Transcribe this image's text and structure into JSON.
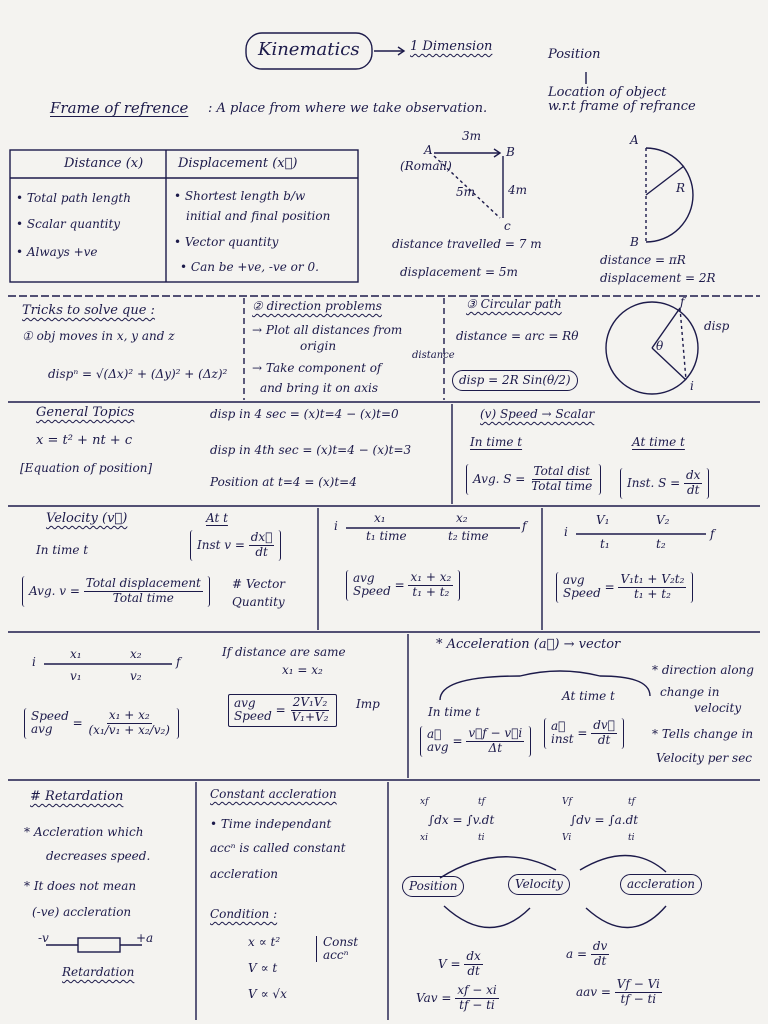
{
  "header": {
    "title": "Kinematics",
    "arrow_text": "1 Dimension",
    "position_label": "Position",
    "position_desc_1": "Location of object",
    "position_desc_2": "w.r.t frame of refrance",
    "frame_label": "Frame of refrence",
    "frame_desc": ": A place from where we take observation."
  },
  "table": {
    "col1_header": "Distance (x)",
    "col2_header": "Displacement (x⃗)",
    "col1_items": [
      "• Total path length",
      "• Scalar quantity",
      "• Always +ve"
    ],
    "col2_items": [
      "• Shortest length b/w",
      "initial and final position",
      "• Vector quantity",
      "• Can be +ve, -ve or 0."
    ]
  },
  "triangle": {
    "A": "A",
    "B": "B",
    "C": "c",
    "top": "3m",
    "right": "4m",
    "hyp": "5m",
    "roamal": "(Romail)",
    "dist": "distance travelled = 7 m",
    "disp": "displacement = 5m"
  },
  "semicircle": {
    "A": "A",
    "B": "B",
    "R": "R",
    "dist": "distance = πR",
    "disp": "displacement = 2R"
  },
  "tricks": {
    "title": "Tricks to solve que :",
    "item1": "① obj moves in x, y and z",
    "disp_formula": "dispⁿ = √(Δx)² + (Δy)² + (Δz)²",
    "item2_title": "② direction problems",
    "item2_a": "→ Plot all distances from",
    "item2_b": "origin",
    "item2_c": "→ Take component of",
    "item2_c_word": "distance",
    "item2_d": "and bring it on axis",
    "item3_title": "③ Circular path",
    "item3_dist": "distance = arc = Rθ",
    "item3_disp": "disp = 2R Sin(θ/2)",
    "circ_f": "f",
    "circ_i": "i",
    "circ_theta": "θ",
    "circ_disp": "disp"
  },
  "general": {
    "title": "General Topics",
    "eq": "x = t² + nt + c",
    "eq_label": "[Equation of position]",
    "l1": "disp in 4 sec = (x)t=4 − (x)t=0",
    "l2": "disp in 4th sec = (x)t=4 − (x)t=3",
    "l3": "Position at t=4 = (x)t=4",
    "speed_title": "(v) Speed → Scalar",
    "in_time": "In time t",
    "at_time": "At time t",
    "avg_s": "Avg. S =",
    "avg_s_num": "Total dist",
    "avg_s_den": "Total time",
    "inst_s": "Inst. S =",
    "inst_s_num": "dx",
    "inst_s_den": "dt"
  },
  "velocity": {
    "title": "Velocity (v⃗)",
    "in_time": "In time t",
    "at_t": "At t",
    "inst_v": "Inst v =",
    "inst_num": "dx⃗",
    "inst_den": "dt",
    "avg_v": "Avg. v =",
    "avg_num": "Total displacement",
    "avg_den": "Total time",
    "vector_q1": "# Vector",
    "vector_q2": "Quantity",
    "x1": "x₁",
    "x2": "x₂",
    "t1": "t₁ time",
    "t2": "t₂ time",
    "i": "i",
    "f": "f",
    "avg_speed": "avg\nSpeed",
    "frac1_num": "x₁ + x₂",
    "frac1_den": "t₁ + t₂",
    "v1": "V₁",
    "v2": "V₂",
    "tt1": "t₁",
    "tt2": "t₂",
    "frac2_num": "V₁t₁ + V₂t₂",
    "frac2_den": "t₁ + t₂"
  },
  "row5": {
    "x1": "x₁",
    "x2": "x₂",
    "v1": "v₁",
    "v2": "v₂",
    "i": "i",
    "f": "f",
    "speed_avg": "Speed\navg",
    "num": "x₁ + x₂",
    "den_a": "x₁/v₁",
    "den_b": "x₂/v₂",
    "same_title": "If distance are same",
    "same_eq": "x₁ = x₂",
    "avg_speed": "avg\nSpeed",
    "frac_num": "2V₁V₂",
    "frac_den": "V₁+V₂",
    "imp": "Imp",
    "acc_title": "* Acceleration (a⃗) → vector",
    "in_time": "In time t",
    "at_time": "At time t",
    "avg_a_label": "a⃗\navg",
    "avg_a_num": "v⃗f − v⃗i",
    "avg_a_den": "Δt",
    "inst_a_label": "a⃗\ninst",
    "inst_a_num": "dv⃗",
    "inst_a_den": "dt",
    "note1": "* direction along",
    "note2": "change in",
    "note3": "velocity",
    "note4": "* Tells change in",
    "note5": "Velocity per sec"
  },
  "retard": {
    "title": "# Retardation",
    "l1": "* Accleration which",
    "l2": "decreases speed.",
    "l3": "* It does not mean",
    "l4": "(-ve) accleration",
    "minus_v": "-v",
    "plus_a": "+a",
    "label": "Retardation"
  },
  "constant": {
    "title": "Constant accleration",
    "l1": "• Time independant",
    "l2": "accⁿ is called constant",
    "l3": "accleration",
    "cond": "Condition :",
    "c1": "x ∝ t²",
    "c2": "V ∝ t",
    "c3": "V ∝ √x",
    "brace": "Const\naccⁿ"
  },
  "relations": {
    "int1": "∫dx = ∫v.dt",
    "int1_lo": "xi",
    "int1_hi": "xf",
    "int1_lo2": "ti",
    "int1_hi2": "tf",
    "int2": "∫dv = ∫a.dt",
    "int2_lo": "Vi",
    "int2_hi": "Vf",
    "int2_lo2": "ti",
    "int2_hi2": "tf",
    "pos": "Position",
    "vel": "Velocity",
    "acc": "accleration",
    "v_eq_l": "V =",
    "v_num": "dx",
    "v_den": "dt",
    "a_eq_l": "a =",
    "a_num": "dv",
    "a_den": "dt",
    "vav_l": "Vav =",
    "vav_num": "xf − xi",
    "vav_den": "tf − ti",
    "aav_l": "aav =",
    "aav_num": "Vf − Vi",
    "aav_den": "tf − ti"
  }
}
